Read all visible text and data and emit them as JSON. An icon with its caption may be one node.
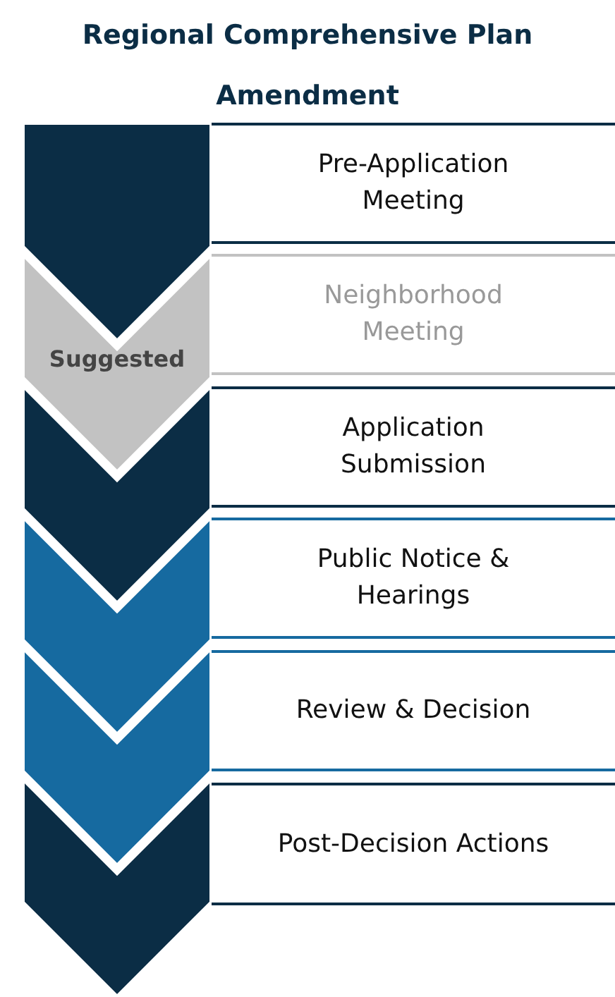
{
  "diagram": {
    "title": "Regional Comprehensive Plan Amendment",
    "nodes": [
      {
        "text": [
          "Pre-Application Meeting"
        ]
      },
      {
        "text": [
          "Neighborhood Meeting"
        ],
        "beside": [
          "Suggested"
        ]
      },
      {
        "text": [
          "Application Submission"
        ]
      },
      {
        "text": [
          "Public Notice & Hearings"
        ]
      },
      {
        "text": [
          "Review & Decision"
        ]
      },
      {
        "text": [
          "Post-Decision Actions"
        ]
      }
    ]
  }
}
